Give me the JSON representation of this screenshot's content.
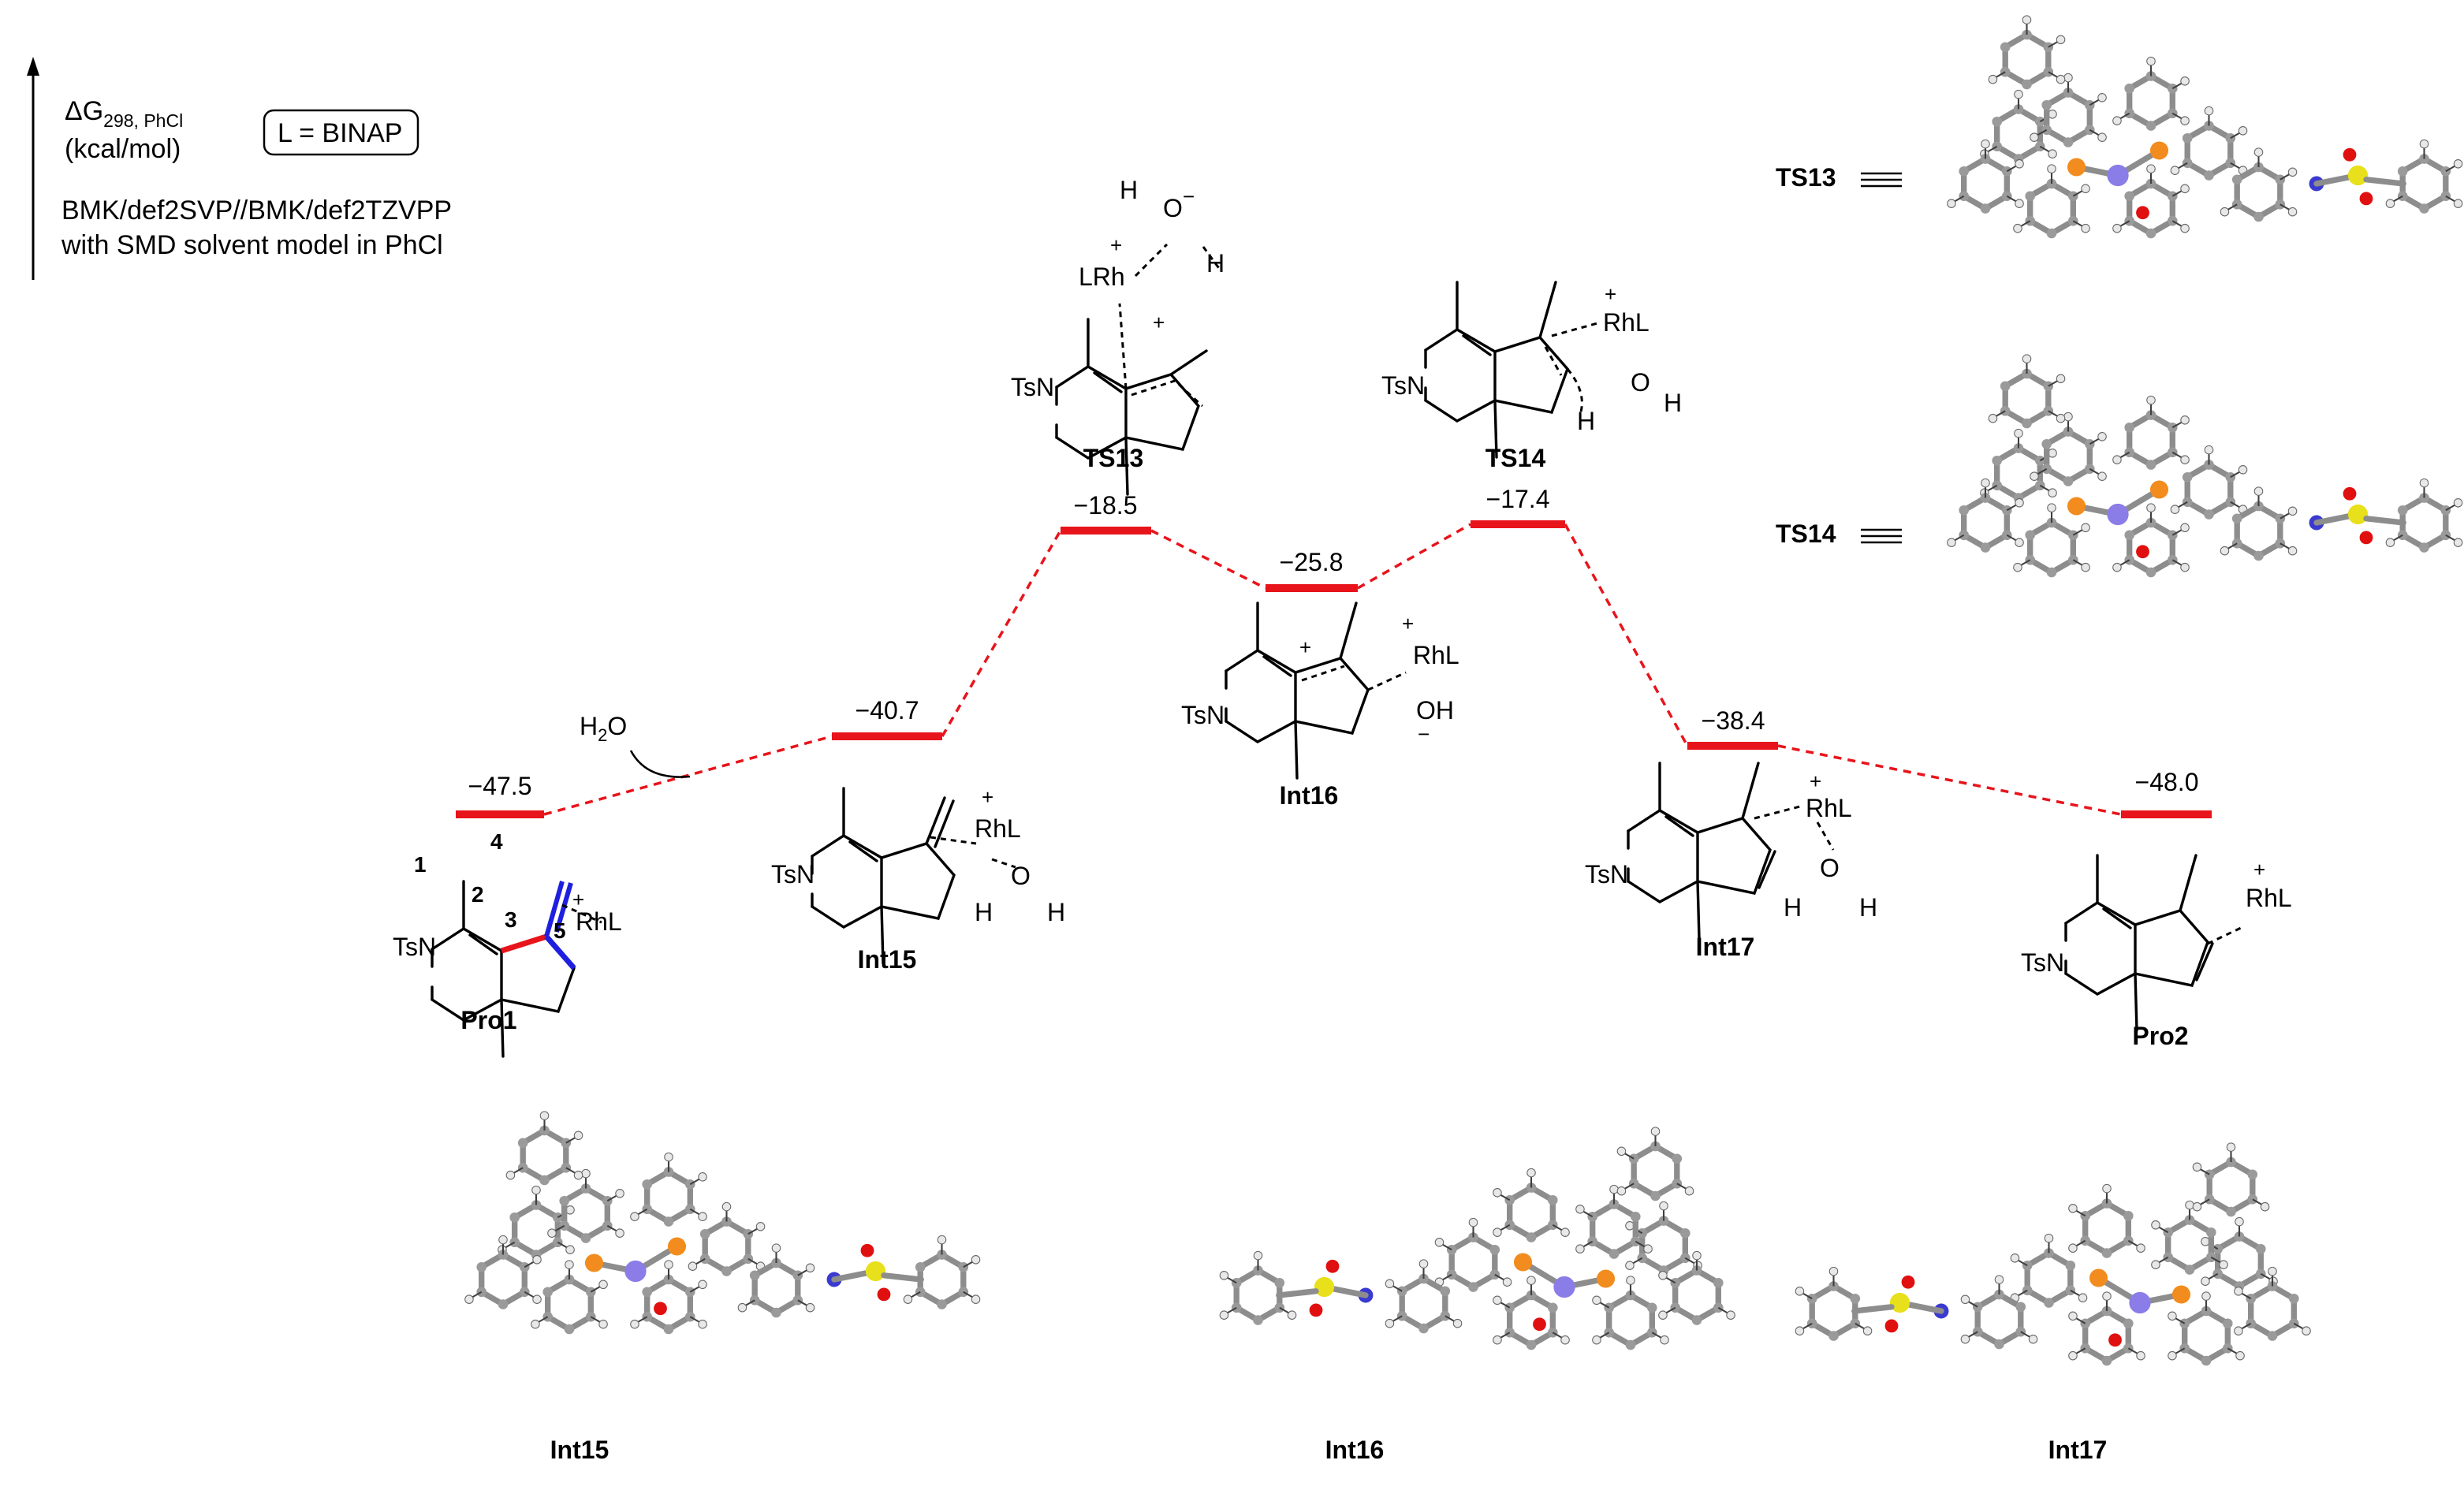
{
  "header": {
    "energy_label": "ΔG",
    "energy_subscript": "298, PhCl",
    "unit": "(kcal/mol)",
    "ligand_box": "L = BINAP",
    "method_line1": "BMK/def2SVP//BMK/def2TZVPP",
    "method_line2": "with SMD solvent model in PhCl"
  },
  "profile": {
    "levels": [
      {
        "name": "Pro1",
        "energy": "−47.5"
      },
      {
        "name": "Int15",
        "energy": "−40.7"
      },
      {
        "name": "TS13",
        "energy": "−18.5"
      },
      {
        "name": "Int16",
        "energy": "−25.8"
      },
      {
        "name": "TS14",
        "energy": "−17.4"
      },
      {
        "name": "Int17",
        "energy": "−38.4"
      },
      {
        "name": "Pro2",
        "energy": "−48.0"
      }
    ],
    "water_label": "H2O"
  },
  "atom_labels": {
    "tsn": "TsN",
    "rhl": "RhL",
    "lrh": "LRh",
    "plus": "+",
    "minus": "−",
    "o": "O",
    "h": "H",
    "oh": "OH",
    "num1": "1",
    "num2": "2",
    "num3": "3",
    "num4": "4",
    "num5": "5"
  },
  "equivalence": {
    "ts13": "TS13",
    "ts14": "TS14"
  },
  "bottom_labels": {
    "left": "Int15",
    "middle": "Int16",
    "right": "Int17"
  },
  "colors": {
    "profile": "#e8141b",
    "bond_blue": "#1f1fe0",
    "bond_red": "#e8141b",
    "phosphorus": "#f28c1e",
    "rhodium": "#8a7de8",
    "oxygen": "#e01010",
    "sulfur": "#e8e01a",
    "nitrogen": "#3a3ad0"
  }
}
